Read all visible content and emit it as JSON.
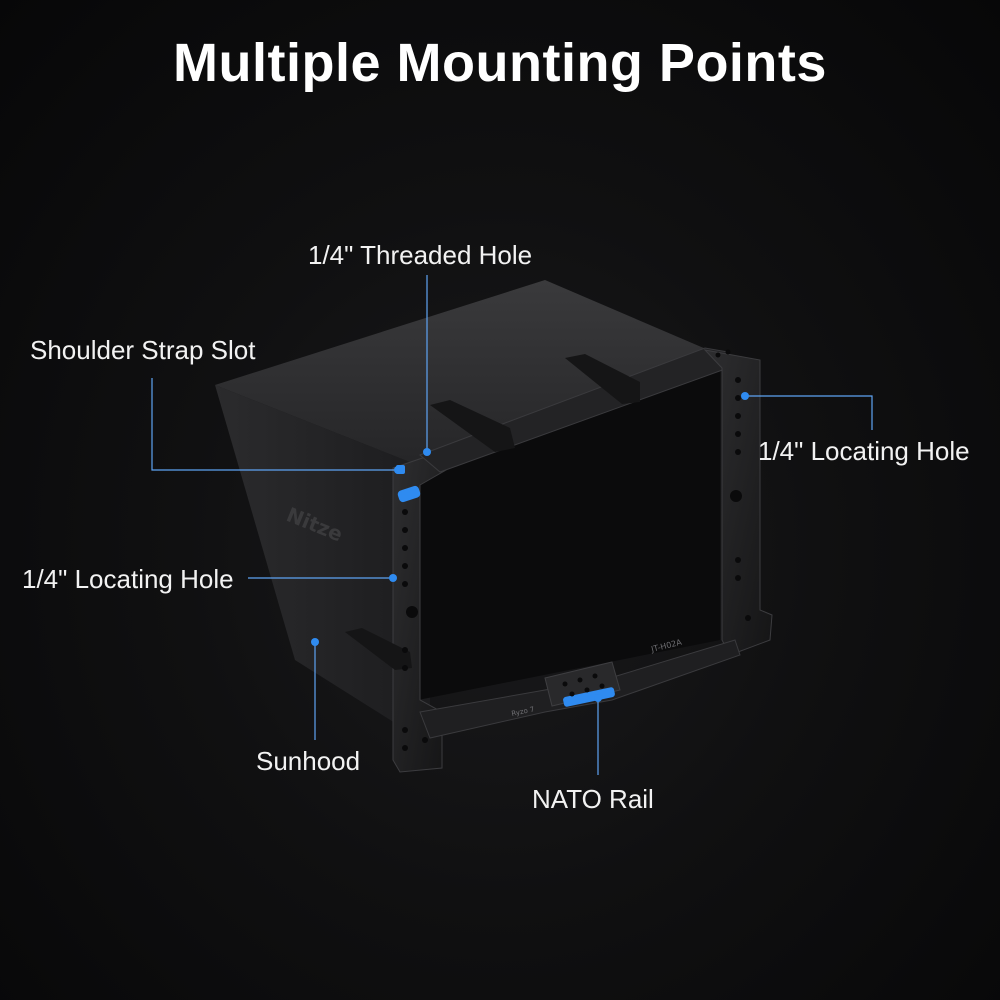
{
  "title": "Multiple Mounting Points",
  "callouts": {
    "threaded_hole": "1/4\" Threaded Hole",
    "shoulder_strap": "Shoulder Strap Slot",
    "locating_hole_right": "1/4\" Locating Hole",
    "locating_hole_left": "1/4\" Locating Hole",
    "sunhood": "Sunhood",
    "nato_rail": "NATO Rail"
  },
  "product": {
    "brand_mark": "Nitze",
    "model_mark": "JT-H02A",
    "sub_mark": "Ryzo 7"
  },
  "colors": {
    "accent": "#2f8bf0",
    "leader_line": "#5ea3f3",
    "background": "#0f0f10",
    "text": "#ffffff"
  }
}
